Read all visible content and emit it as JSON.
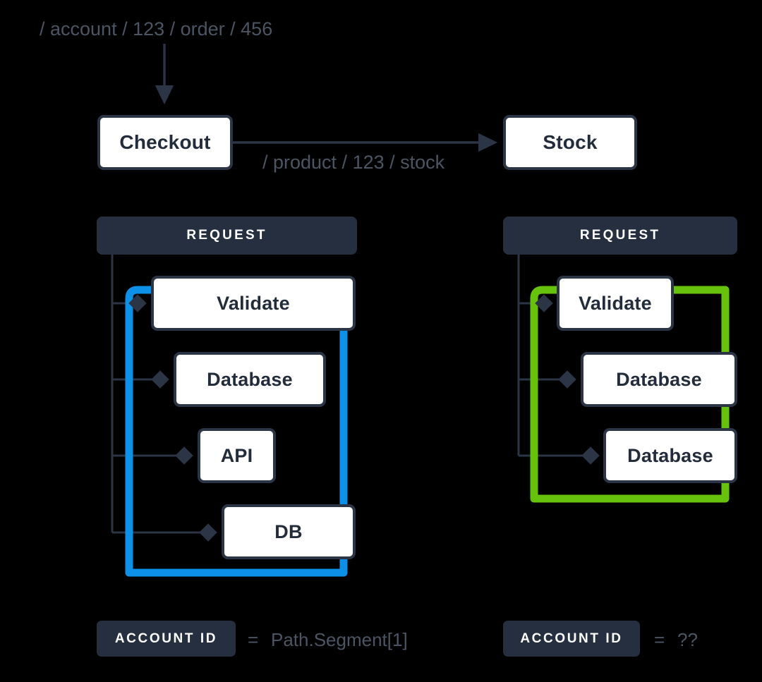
{
  "colors": {
    "background": "#000000",
    "ink": "#252f3f",
    "node_border": "#2b3545",
    "node_fill": "#ffffff",
    "muted_text": "#4b5563",
    "accent_blue": "#0d91e8",
    "accent_green": "#66c20d"
  },
  "incoming_request": {
    "label": "/ account / 123 / order / 456"
  },
  "services": {
    "checkout": {
      "label": "Checkout"
    },
    "stock": {
      "label": "Stock"
    },
    "edge_label": "/ product / 123 / stock"
  },
  "left_trace": {
    "header": "REQUEST",
    "highlight_color": "#0d91e8",
    "spans": [
      {
        "label": "Validate"
      },
      {
        "label": "Database"
      },
      {
        "label": "API"
      },
      {
        "label": "DB"
      }
    ],
    "legend": {
      "chip": "ACCOUNT ID",
      "equals": "=",
      "value": "Path.Segment[1]"
    }
  },
  "right_trace": {
    "header": "REQUEST",
    "highlight_color": "#66c20d",
    "spans": [
      {
        "label": "Validate"
      },
      {
        "label": "Database"
      },
      {
        "label": "Database"
      }
    ],
    "legend": {
      "chip": "ACCOUNT ID",
      "equals": "=",
      "value": "??"
    }
  }
}
